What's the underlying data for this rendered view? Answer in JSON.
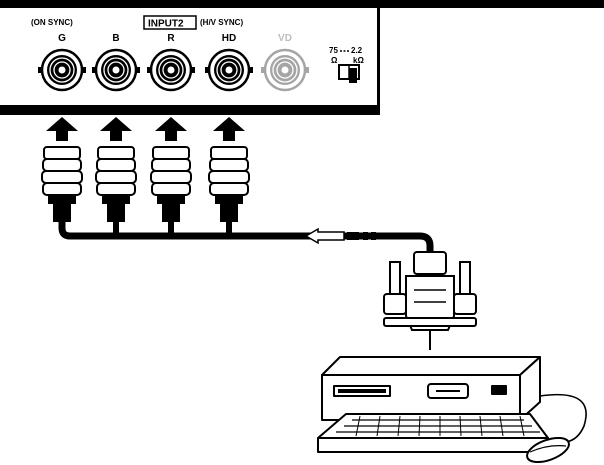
{
  "panel": {
    "on_sync_label": "(ON SYNC)",
    "input_label": "INPUT2",
    "hv_sync_label": "(H/V SYNC)",
    "connectors": [
      {
        "label": "G",
        "active": true
      },
      {
        "label": "B",
        "active": true
      },
      {
        "label": "R",
        "active": true
      },
      {
        "label": "HD",
        "active": true
      },
      {
        "label": "VD",
        "active": false
      }
    ],
    "switch": {
      "left_value": "75",
      "left_unit": "Ω",
      "right_value": "2.2",
      "right_unit": "kΩ"
    }
  },
  "colors": {
    "ink": "#000000",
    "disabled": "#bdbdbd",
    "device_fill": "#ffffff"
  },
  "icons": [
    "bnc-connector-icon",
    "up-arrow-icon",
    "bnc-plug-icon",
    "dsub-connector-icon",
    "computer-icon",
    "keyboard-icon",
    "mouse-icon",
    "switch-icon"
  ]
}
